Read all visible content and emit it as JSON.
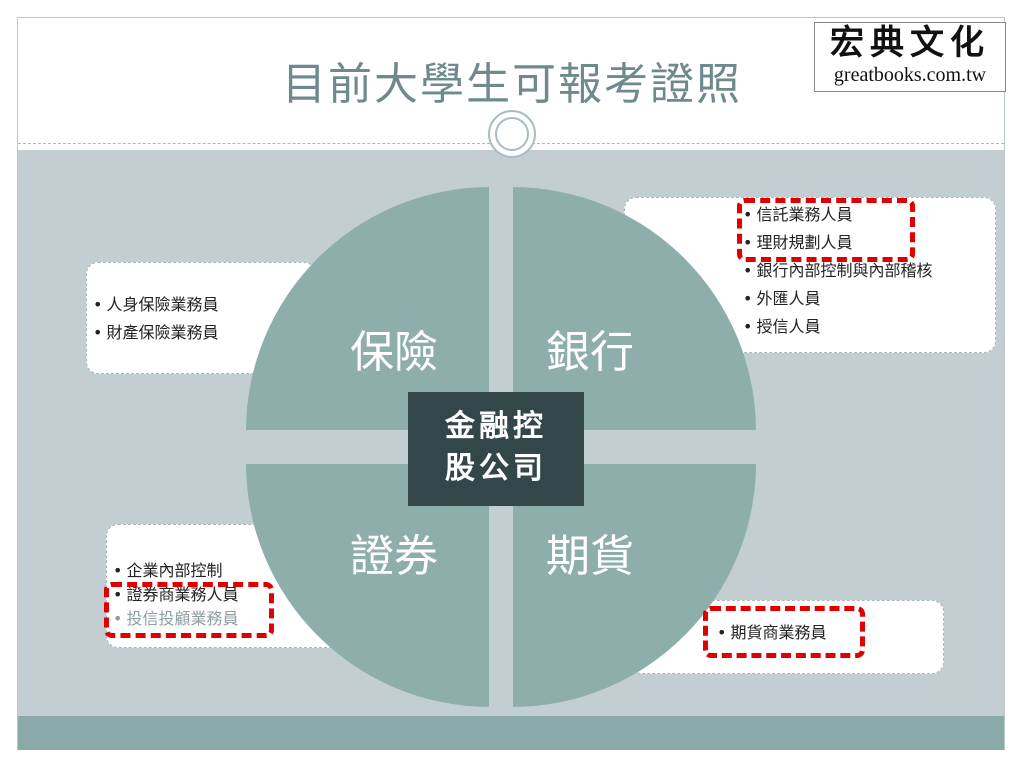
{
  "title": "目前大學生可報考證照",
  "logo": {
    "name": "宏典文化",
    "url": "greatbooks.com.tw"
  },
  "center": {
    "line1": "金融控",
    "line2": "股公司"
  },
  "segments": {
    "insurance": "保險",
    "bank": "銀行",
    "securities": "證券",
    "futures": "期貨"
  },
  "insurance_box": {
    "items": [
      "人身保險業務員",
      "財產保險業務員"
    ]
  },
  "bank_box": {
    "items": [
      "信託業務人員",
      "理財規劃人員",
      "銀行內部控制與內部稽核",
      "外匯人員",
      "授信人員"
    ]
  },
  "securities_box": {
    "items": [
      "企業內部控制",
      "證券商業務人員",
      "投信投顧業務員"
    ]
  },
  "futures_box": {
    "items": [
      "期貨商業務員"
    ]
  },
  "colors": {
    "segment": "#8eaeac",
    "center_box": "#33474a",
    "highlight": "#e00000",
    "title": "#6f8a8c",
    "band": "#c3ced3"
  }
}
